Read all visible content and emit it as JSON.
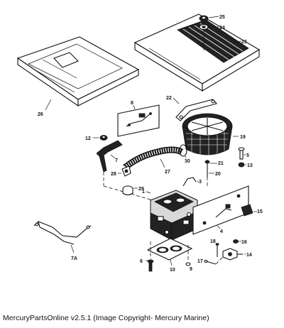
{
  "caption": "MercuryPartsOnline v2.5.1 (Image Copyright- Mercury Marine)",
  "callouts": {
    "c1": "1",
    "c3": "3",
    "c4": "4",
    "c5": "5",
    "c6": "6",
    "c7": "7",
    "c7a": "7A",
    "c8": "8",
    "c9": "9",
    "c10": "10",
    "c12": "12",
    "c13": "13",
    "c14": "14",
    "c15": "15",
    "c16": "16",
    "c17": "17",
    "c18": "18",
    "c19": "19",
    "c20": "20",
    "c21": "21",
    "c22": "22",
    "c23": "23",
    "c24": "24",
    "c25": "25",
    "c26": "26",
    "c27": "27",
    "c28": "28",
    "c29": "29",
    "c30": "30"
  }
}
